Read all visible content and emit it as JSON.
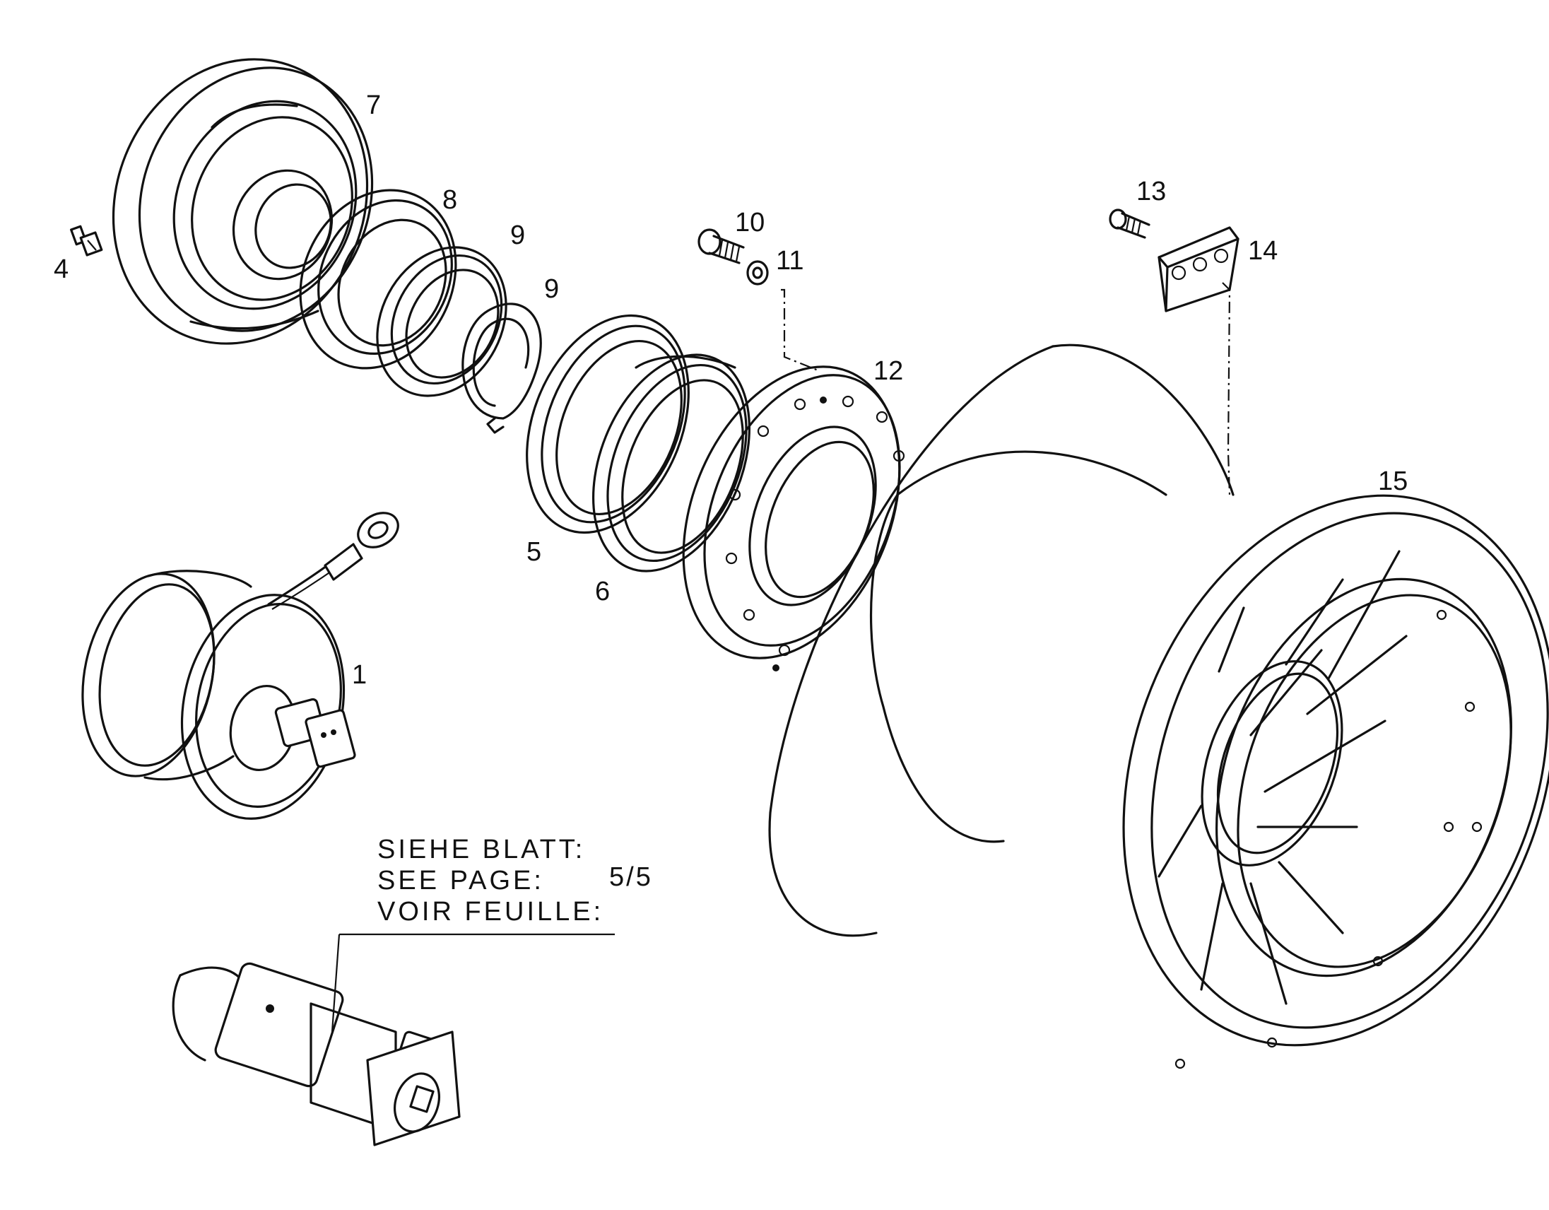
{
  "callouts": [
    "1",
    "4",
    "5",
    "6",
    "7",
    "8",
    "9",
    "9",
    "10",
    "11",
    "12",
    "13",
    "14",
    "15"
  ],
  "note": {
    "lines": [
      "SIEHE BLATT:",
      "SEE PAGE:",
      "VOIR FEUILLE:"
    ],
    "ref": "5/5"
  },
  "colors": {
    "ink": "#111111",
    "paper": "#ffffff"
  }
}
